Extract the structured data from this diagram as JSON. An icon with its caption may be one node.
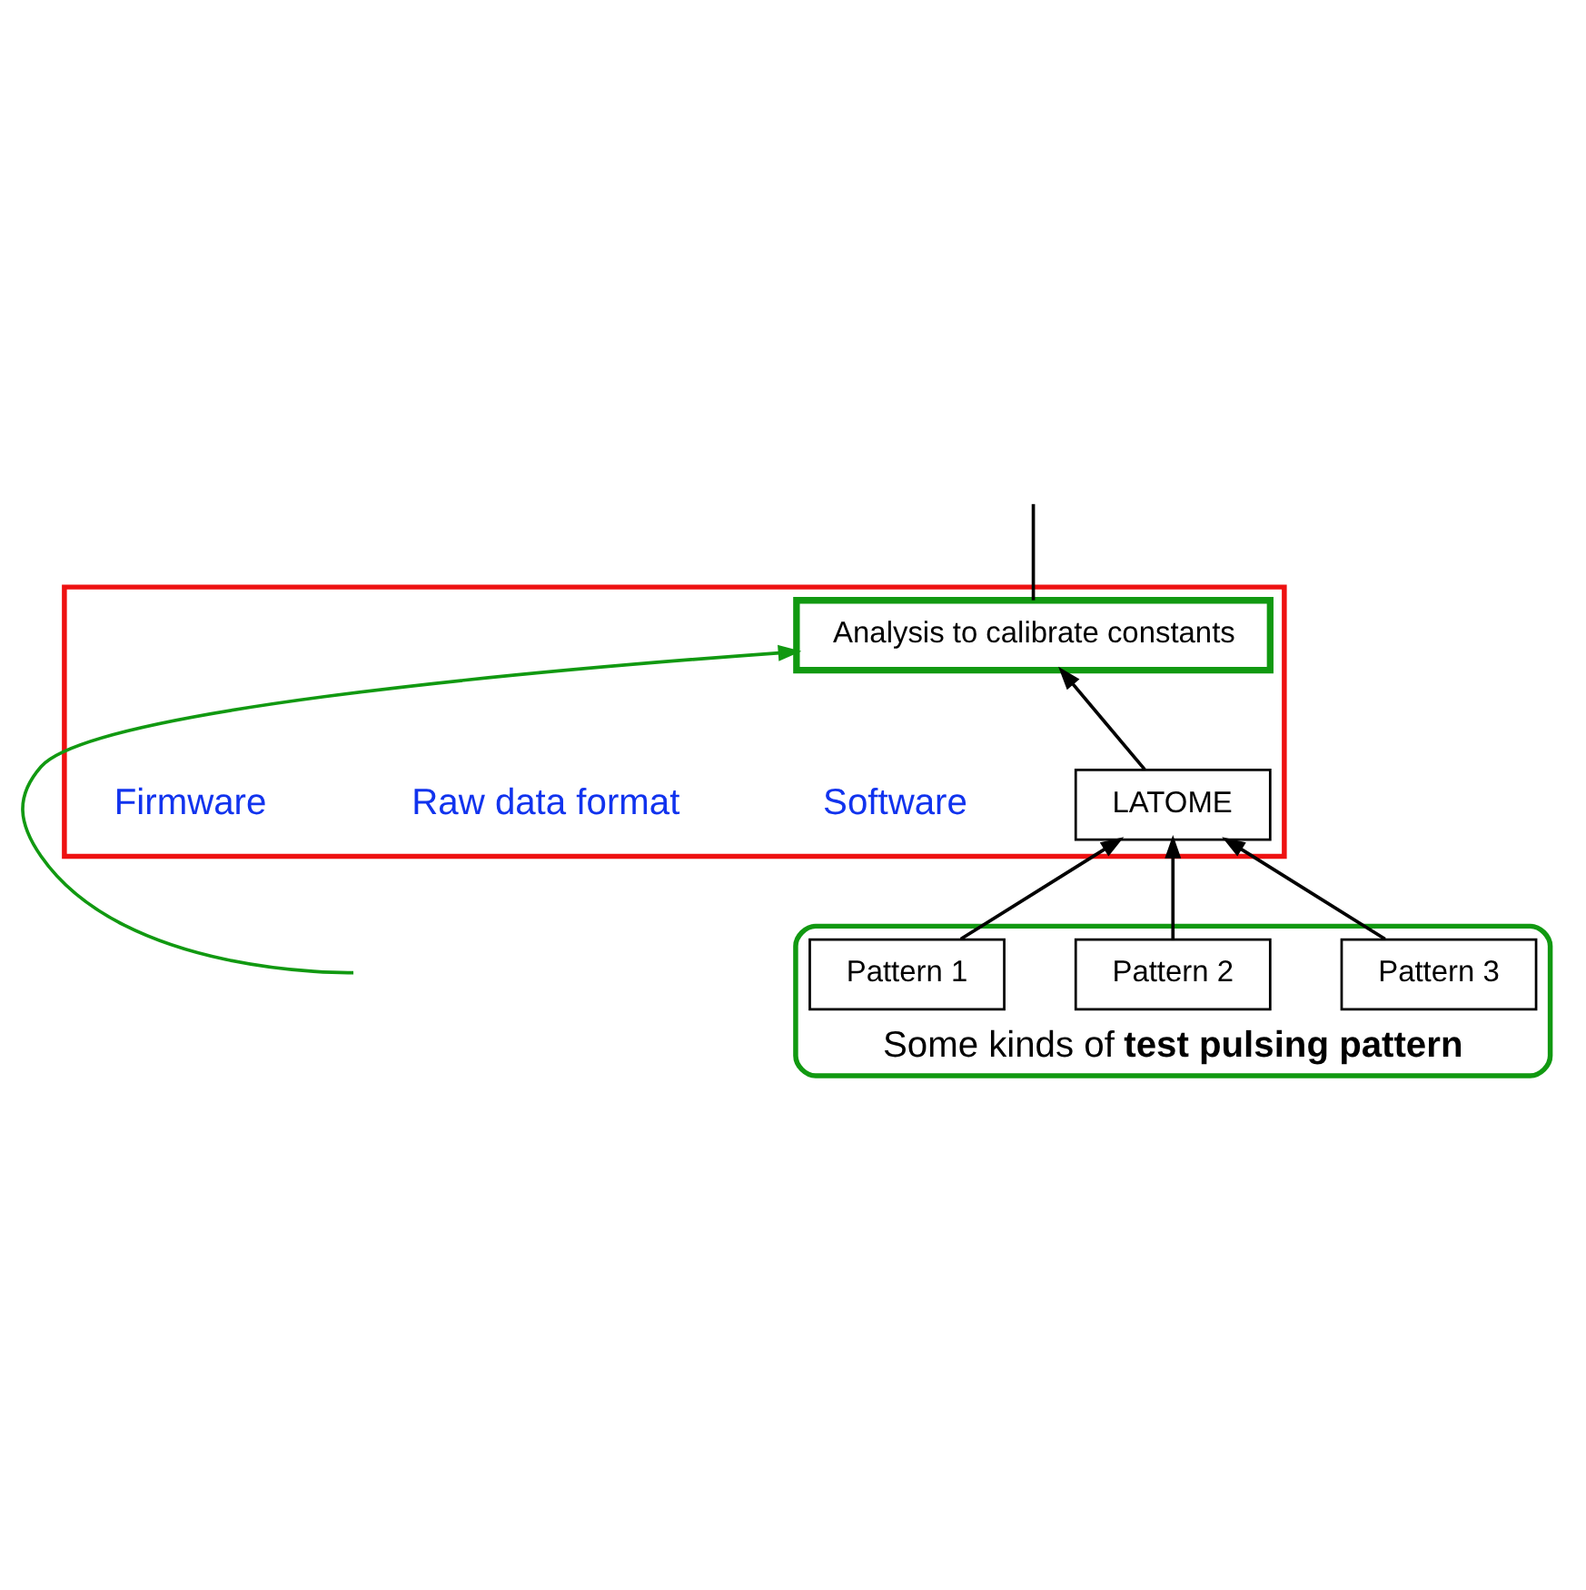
{
  "diagram": {
    "nodes": [
      {
        "text": [],
        "shape": "box"
      },
      {
        "text": [
          "Analysis to calibrate constants"
        ],
        "in": 0
      },
      {
        "text": [
          "LATOME"
        ],
        "in": 0
      },
      {
        "text": [
          "Some kinds of **test pulsing pattern**"
        ]
      },
      {
        "text": [
          "Pattern 1"
        ],
        "in": 3
      },
      {
        "text": [
          "Pattern 2"
        ],
        "in": 3
      },
      {
        "text": [
          "Pattern 3"
        ],
        "in": 3
      }
    ],
    "edges": [
      {
        "from": 2,
        "to": 1,
        "arrow": "to"
      },
      {
        "from": 4,
        "to": 2,
        "arrow": "to"
      },
      {
        "from": 5,
        "to": 2,
        "arrow": "to"
      },
      {
        "from": 6,
        "to": 2,
        "arrow": "to"
      },
      {
        "from": null,
        "to": 1,
        "arrow": "to",
        "color": "#119911"
      },
      {
        "from": 1,
        "to": null,
        "arrow": "none"
      }
    ],
    "labels": [
      "Software",
      "Raw data format",
      "Firmware"
    ]
  }
}
